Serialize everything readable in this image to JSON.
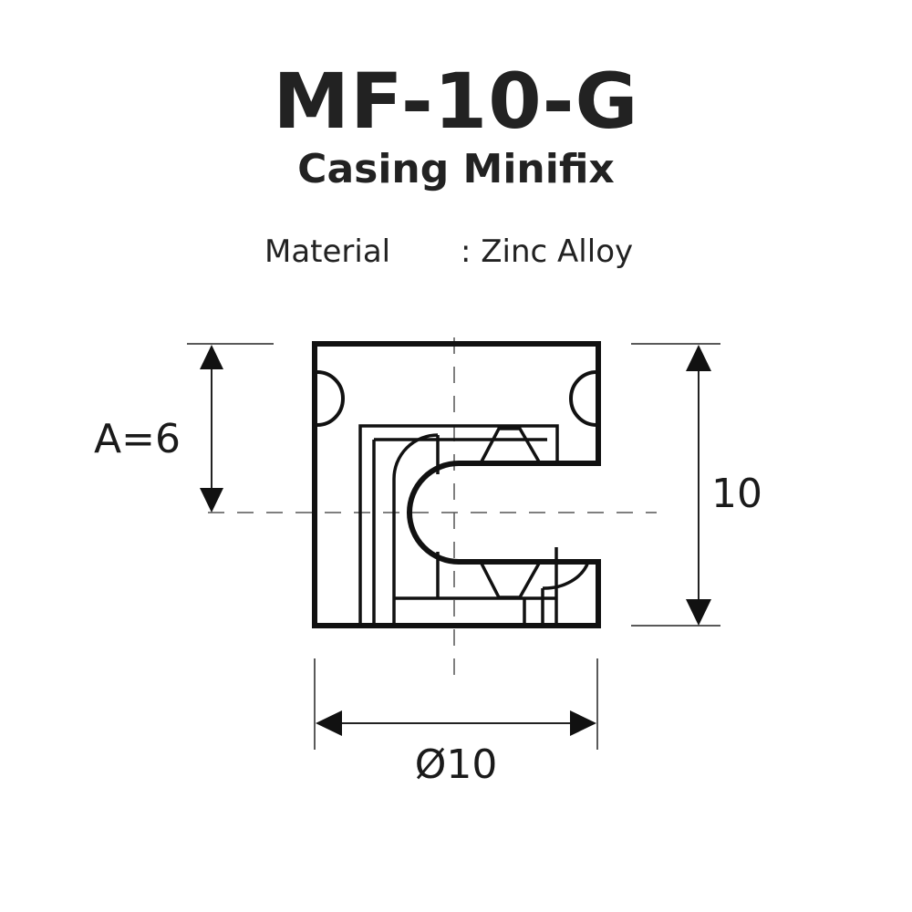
{
  "header": {
    "model": "MF-10-G",
    "product": "Casing Minifix"
  },
  "spec": {
    "material_label": "Material",
    "material_value": ": Zinc Alloy"
  },
  "dimensions": {
    "a_label": "A=6",
    "height_label": "10",
    "diameter_label": "Ø10"
  }
}
